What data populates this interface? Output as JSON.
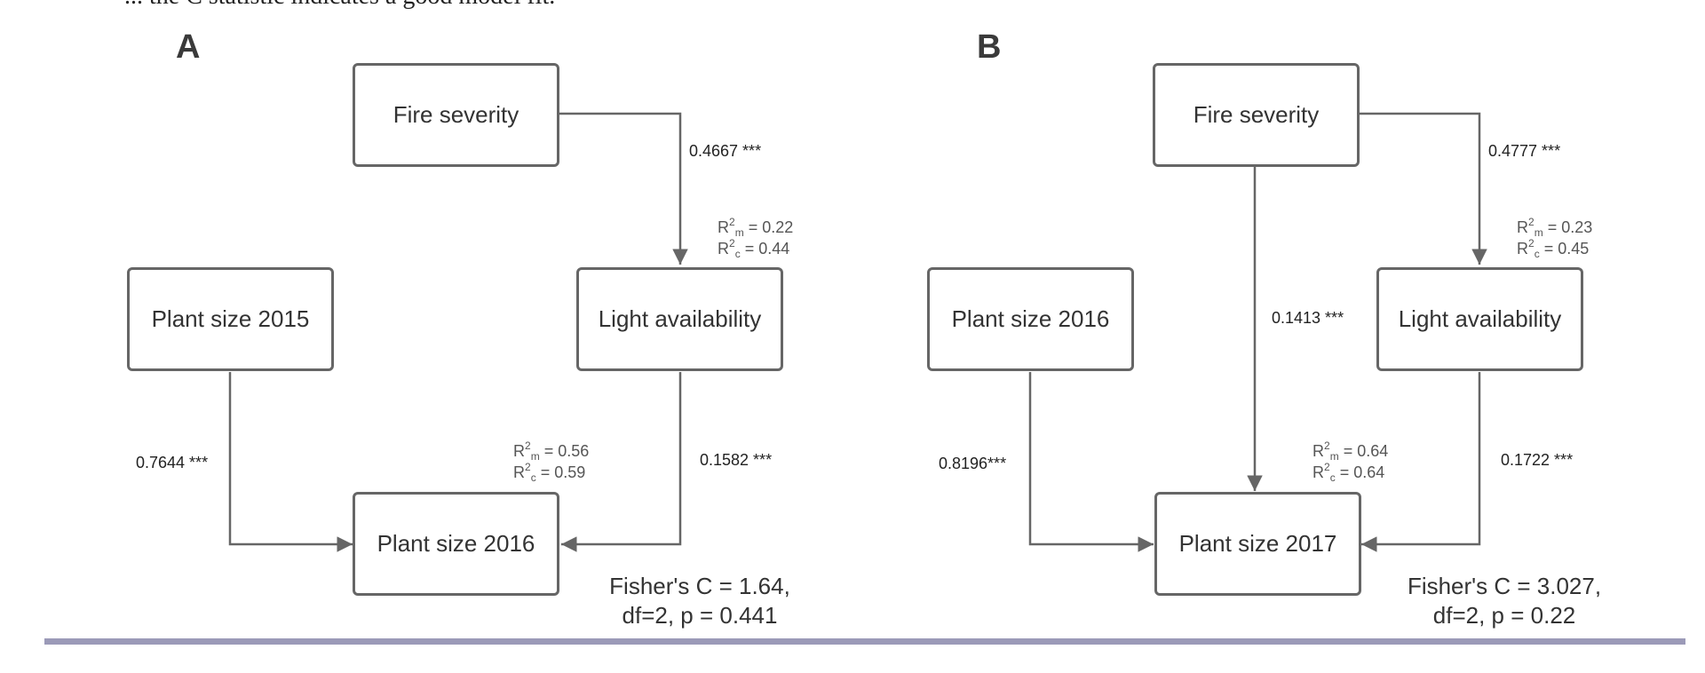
{
  "header_fragment": "... the C statistic indicates a good model fit.",
  "panels": [
    {
      "letter": "A",
      "fire": "Fire severity",
      "plant_prev": "Plant size 2015",
      "light": "Light availability",
      "plant_target": "Plant size 2016",
      "coef_fire_light": "0.4667 ***",
      "coef_prev_target": "0.7644 ***",
      "coef_light_target": "0.1582 ***",
      "light_r2m": "0.22",
      "light_r2c": "0.44",
      "target_r2m": "0.56",
      "target_r2c": "0.59",
      "fisher_line1": "Fisher's C = 1.64,",
      "fisher_line2": "df=2,  p = 0.441"
    },
    {
      "letter": "B",
      "fire": "Fire severity",
      "plant_prev": "Plant size 2016",
      "light": "Light availability",
      "plant_target": "Plant size 2017",
      "coef_fire_light": "0.4777 ***",
      "coef_fire_target": "0.1413 ***",
      "coef_prev_target": "0.8196***",
      "coef_light_target": "0.1722 ***",
      "light_r2m": "0.23",
      "light_r2c": "0.45",
      "target_r2m": "0.64",
      "target_r2c": "0.64",
      "fisher_line1": "Fisher's C = 3.027,",
      "fisher_line2": "df=2,  p = 0.22"
    }
  ]
}
